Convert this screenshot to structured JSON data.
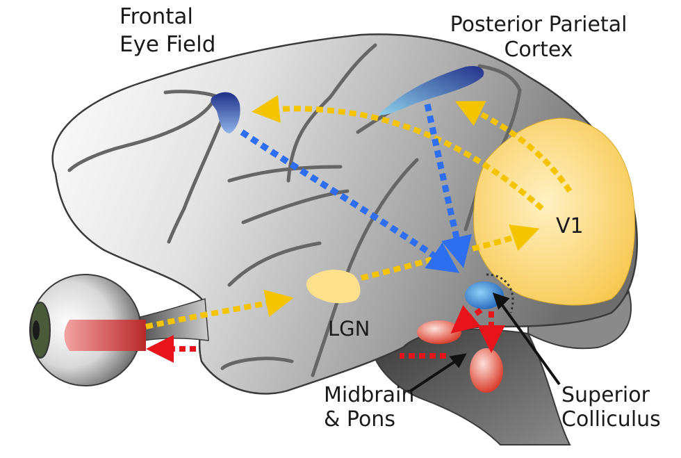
{
  "labels": {
    "frontal_eye_field": [
      "Frontal",
      "Eye Field"
    ],
    "posterior_parietal_cortex": [
      "Posterior Parietal",
      "Cortex"
    ],
    "v1": "V1",
    "lgn": "LGN",
    "midbrain_pons": [
      "Midbrain",
      "& Pons"
    ],
    "superior_colliculus": [
      "Superior",
      "Colliculus"
    ]
  },
  "colors": {
    "cortex_gray": "#9a9a9a",
    "v1_yellow": "#fcd97a",
    "lgn_yellow": "#fde08c",
    "pathway_yellow": "#f5c400",
    "pathway_blue": "#2e6ff2",
    "pathway_red": "#e8141c",
    "fef_blue": "#2a3f96",
    "superior_colliculus_blue": "#3b8fd6",
    "midbrain_red": "#e85a4e"
  },
  "pathways": [
    {
      "from": "Eye",
      "to": "LGN",
      "color": "yellow"
    },
    {
      "from": "LGN",
      "to": "V1",
      "color": "yellow"
    },
    {
      "from": "V1",
      "to": "Posterior Parietal Cortex",
      "color": "yellow"
    },
    {
      "from": "V1",
      "to": "Frontal Eye Field",
      "color": "yellow"
    },
    {
      "from": "Frontal Eye Field",
      "to": "Superior Colliculus",
      "color": "blue"
    },
    {
      "from": "Posterior Parietal Cortex",
      "to": "Superior Colliculus",
      "color": "blue"
    },
    {
      "from": "Superior Colliculus",
      "to": "Midbrain & Pons",
      "color": "red"
    },
    {
      "from": "Midbrain & Pons",
      "to": "Eye",
      "color": "red"
    }
  ]
}
